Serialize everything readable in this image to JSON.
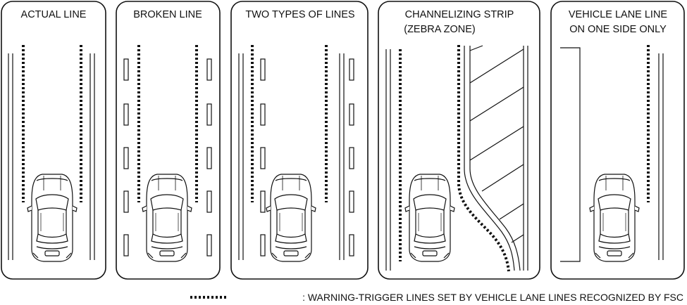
{
  "panels": [
    {
      "id": "actual",
      "title_lines": [
        "ACTUAL LINE"
      ]
    },
    {
      "id": "broken",
      "title_lines": [
        "BROKEN LINE"
      ]
    },
    {
      "id": "two-types",
      "title_lines": [
        "TWO TYPES OF LINES"
      ]
    },
    {
      "id": "channelizing",
      "title_lines": [
        "CHANNELIZING STRIP",
        "(ZEBRA ZONE)"
      ]
    },
    {
      "id": "one-side",
      "title_lines": [
        "VEHICLE LANE LINE",
        "ON ONE SIDE ONLY"
      ]
    }
  ],
  "legend": {
    "text": ": WARNING-TRIGGER LINES SET BY VEHICLE LANE LINES RECOGNIZED BY FSC"
  },
  "colors": {
    "ink": "#111111",
    "background": "#ffffff"
  }
}
